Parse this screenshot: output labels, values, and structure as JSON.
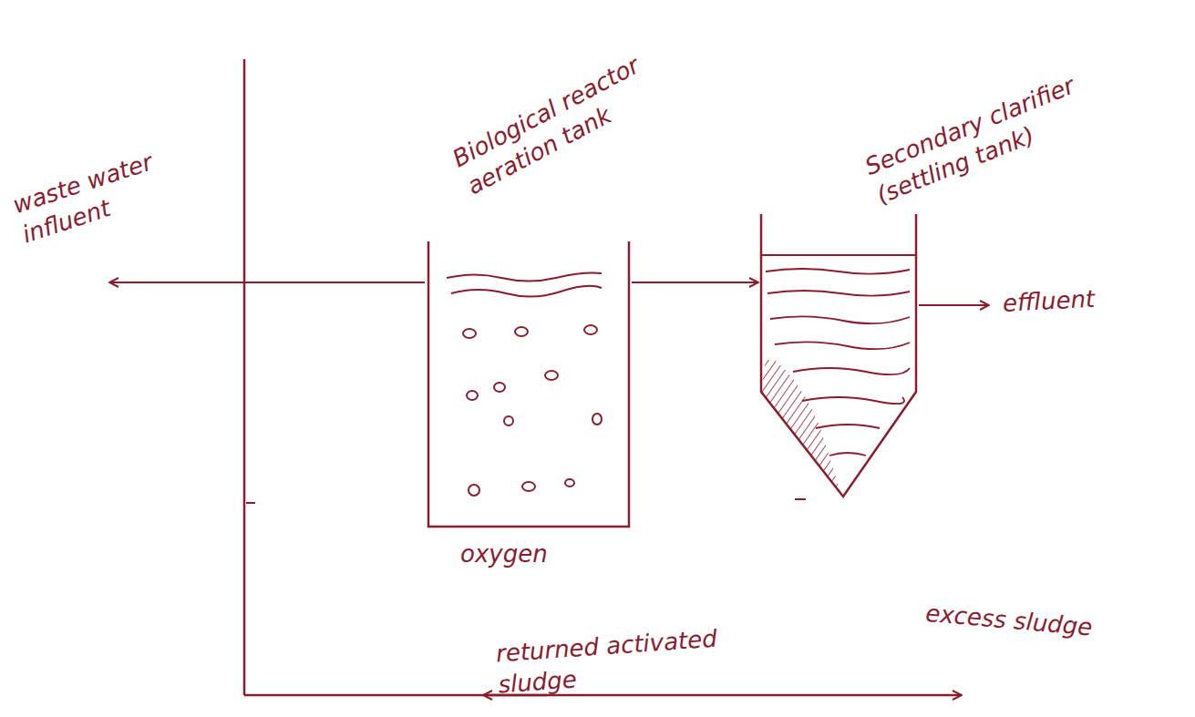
{
  "diagram": {
    "nodes": [
      {
        "text": [
          "Biological reactor aeration tank"
        ]
      },
      {
        "text": [
          "Secondary clarifier (settling tank)"
        ]
      }
    ],
    "edges": [
      {
        "from": 0,
        "to": 1,
        "arrow": "to"
      }
    ],
    "labels": [
      "waste water influent",
      "oxygen",
      "effluent",
      "returned activated sludge",
      "excess sludge"
    ]
  }
}
